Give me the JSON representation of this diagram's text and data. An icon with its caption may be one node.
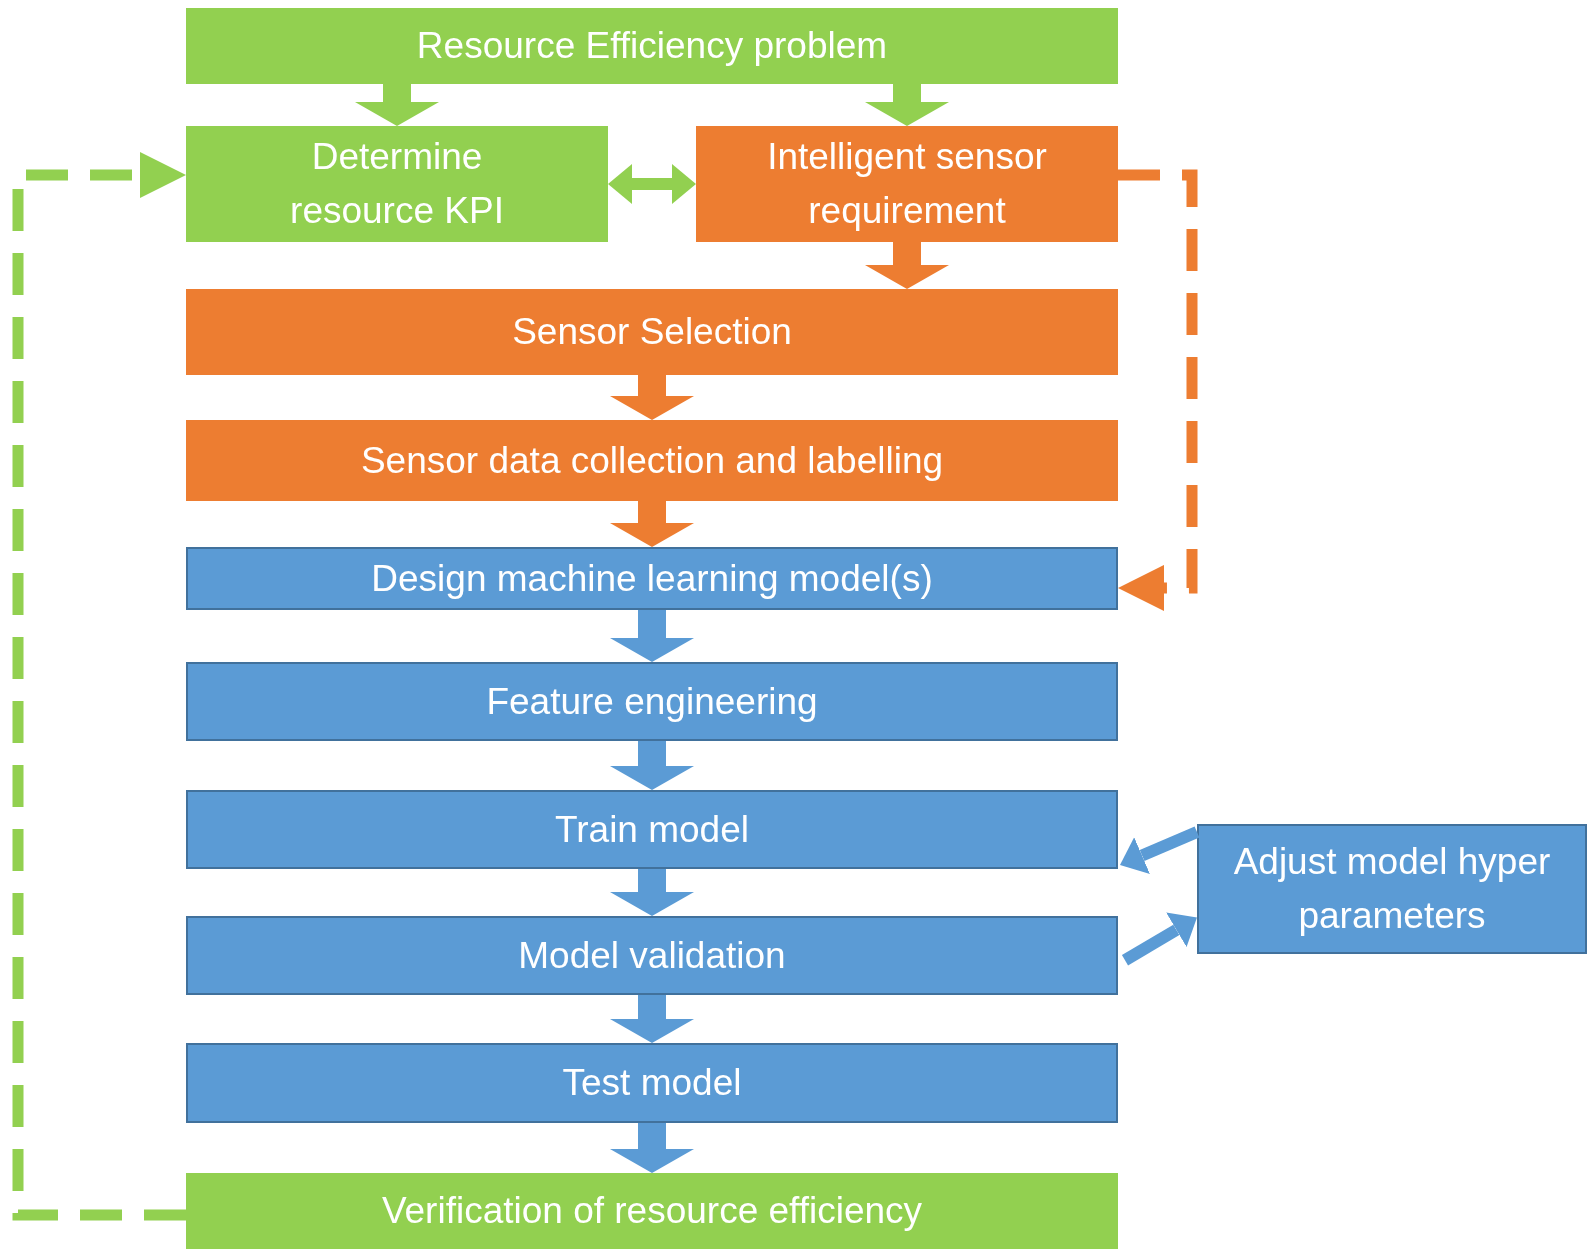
{
  "diagram": {
    "nodes": [
      {
        "text": [
          "Resource Efficiency problem"
        ]
      },
      {
        "text": [
          "Determine resource KPI"
        ]
      },
      {
        "text": [
          "Intelligent sensor requirement"
        ]
      },
      {
        "text": [
          "Sensor Selection"
        ]
      },
      {
        "text": [
          "Sensor data collection and labelling"
        ]
      },
      {
        "text": [
          "Design machine learning model(s)"
        ]
      },
      {
        "text": [
          "Feature engineering"
        ]
      },
      {
        "text": [
          "Train model"
        ]
      },
      {
        "text": [
          "Model validation"
        ]
      },
      {
        "text": [
          "Test model"
        ]
      },
      {
        "text": [
          "Verification of resource efficiency"
        ]
      },
      {
        "text": [
          "Adjust model hyper parameters"
        ]
      }
    ],
    "edges": [
      {
        "from": 0,
        "to": 1,
        "arrow": "to",
        "color": "#92d050"
      },
      {
        "from": 0,
        "to": 2,
        "arrow": "to",
        "color": "#92d050"
      },
      {
        "from": 1,
        "to": 2,
        "arrow": "both",
        "color": "#92d050"
      },
      {
        "from": 2,
        "to": 3,
        "arrow": "to",
        "color": "#ed7d31"
      },
      {
        "from": 3,
        "to": 4,
        "arrow": "to",
        "color": "#ed7d31"
      },
      {
        "from": 4,
        "to": 5,
        "arrow": "to",
        "color": "#ed7d31"
      },
      {
        "from": 5,
        "to": 6,
        "arrow": "to"
      },
      {
        "from": 6,
        "to": 7,
        "arrow": "to"
      },
      {
        "from": 7,
        "to": 8,
        "arrow": "to"
      },
      {
        "from": 8,
        "to": 9,
        "arrow": "to"
      },
      {
        "from": 9,
        "to": 10,
        "arrow": "to"
      },
      {
        "from": 10,
        "to": 1,
        "arrow": "to",
        "style": "dashed",
        "color": "#92d050"
      },
      {
        "from": 2,
        "to": 5,
        "arrow": "to",
        "style": "dashed",
        "color": "#ed7d31"
      },
      {
        "from": 11,
        "to": 7,
        "arrow": "to"
      },
      {
        "from": 8,
        "to": 11,
        "arrow": "to"
      }
    ]
  }
}
